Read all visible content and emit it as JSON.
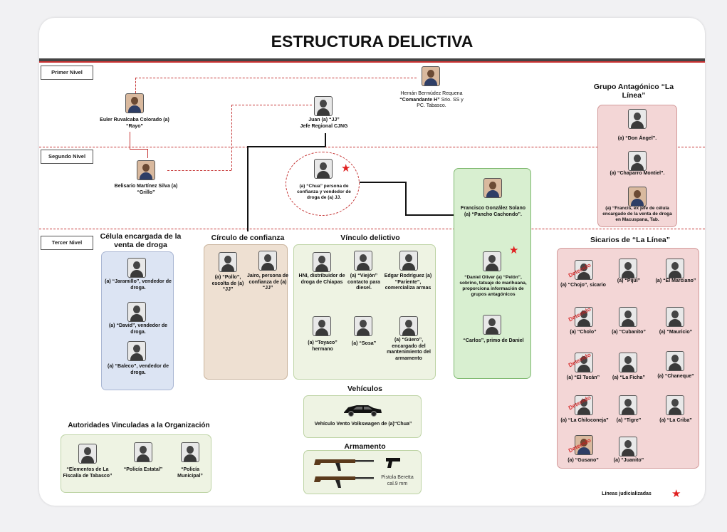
{
  "title": "ESTRUCTURA DELICTIVA",
  "levels": {
    "primer": "Primer Nivel",
    "segundo": "Segundo Nivel",
    "tercer": "Tercer Nivel"
  },
  "top": {
    "hernan_l1": "Hernán  Bermúdez Requena",
    "hernan_l2": "“Comandante H”",
    "hernan_l3": " Srio. SS y",
    "hernan_l4": "PC. Tabasco.",
    "euler": "Euler Ruvalcaba Colorado  (a) “Rayo”",
    "juan_l1": "Juan (a) “JJ”",
    "juan_l2": "Jefe Regional CJNG",
    "belisario": "Belisario Martínez Silva (a) “Grillo”",
    "chua": "(a) “Chua” persona de confianza y vendedor de droga de (a) JJ.",
    "francisco": "Francisco González Solano (a) “Pancho Cachondo”."
  },
  "antagonico": {
    "title": "Grupo Antagónico “La Línea”",
    "don_angel": "(a) “Don Ángel”.",
    "chaparro": "(a) “Chaparro Montiel”.",
    "francis": "(a) “Francis, ex jefe de célula encargado de la venta de droga  en Macuspana, Tab."
  },
  "celula": {
    "title": "Célula encargada de la venta de droga",
    "jaramillo": "(a) “Jaramillo”, vendedor de droga.",
    "david": "(a) “David”, vendedor de droga.",
    "baleco": "(a) “Baleco”, vendedor de droga."
  },
  "circulo": {
    "title": "Círculo de confianza",
    "pollo": "(a) “Pollo”, escolta de (a) “JJ”",
    "jairo": "Jairo, persona de confianza de (a) “JJ”"
  },
  "vinculo": {
    "title": "Vínculo delictivo",
    "hni": "HNI, distribuidor de droga de Chiapas",
    "viejon": "(a) “Viejón” contacto para diesel.",
    "edgar": "Edgar Rodríguez (a) “Pariente”, comercializa armas",
    "toyaco": "(a) “Toyaco” hermano",
    "sosa": "(a) “Sosa”",
    "guero": "(a) “Güero”, encargado del mantenimiento del armamento"
  },
  "green_right": {
    "daniel": "“Daniel Oliver (a) “Pelón”, sobrino, tatuaje de marihuana, proporciona información de grupos antagónicos",
    "carlos": "“Carlos”, primo de Daniel"
  },
  "sicarios": {
    "title": "Sicarios de “La Línea”",
    "chojo": "(a) “Chojo”, sicario",
    "pijul": "(a) “Pijul”",
    "marciano": "(a) “El Marciano”",
    "cholo": "(a) “Cholo”",
    "cubanito": "(a) “Cubanito”",
    "mauricio": "(a) “Mauricio”",
    "tucan": "(a) “El Tucán”",
    "ficha": "(a) “La Ficha”",
    "chaneque": "(a) “Chaneque”",
    "chiloconeja": "(a) “La Chiloconeja”",
    "tigre": "(a) “Tigre”",
    "criba": "(a) “La Criba”",
    "gusano": "(a) “Gusano”",
    "juanito": "(a) “Juanito”",
    "stamp": "Detenido"
  },
  "vehiculos": {
    "title": "Vehículos",
    "desc": "Vehículo Vento Volkswagen de (a)“Chua”"
  },
  "armamento": {
    "title": "Armamento",
    "desc": "Pistola Beretta cal.9 mm"
  },
  "autoridades": {
    "title": "Autoridades Vinculadas a la Organización",
    "fiscalia": "“Elementos de La Fiscalía de Tabasco”",
    "estatal": "“Policía Estatal”",
    "municipal": "“Policía Municipal”"
  },
  "legend": "Líneas judicializadas",
  "colors": {
    "accent_red": "#c53535",
    "star": "#e02020"
  },
  "icons": [
    "person-photo-icon",
    "star-icon",
    "car-icon",
    "rifle-icon",
    "pistol-icon"
  ]
}
